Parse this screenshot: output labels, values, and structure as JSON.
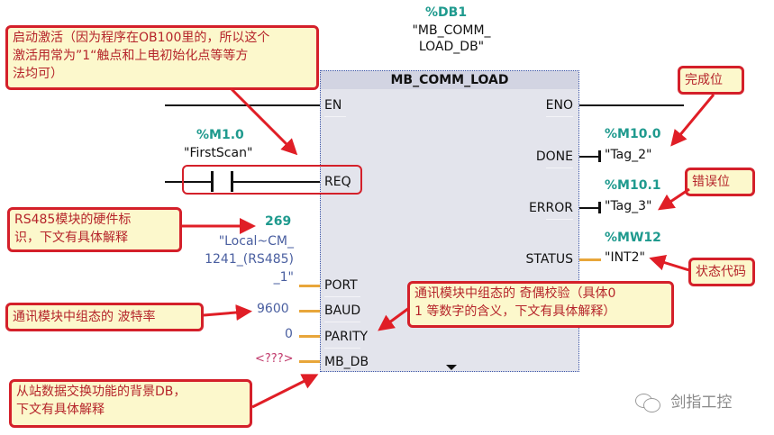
{
  "instance_db": {
    "address": "%DB1",
    "name_line1": "\"MB_COMM_",
    "name_line2": "LOAD_DB\""
  },
  "block": {
    "title": "MB_COMM_LOAD",
    "inputs": [
      {
        "pin": "EN"
      },
      {
        "pin": "REQ"
      },
      {
        "pin": "PORT"
      },
      {
        "pin": "BAUD"
      },
      {
        "pin": "PARITY"
      },
      {
        "pin": "MB_DB"
      }
    ],
    "outputs": [
      {
        "pin": "ENO"
      },
      {
        "pin": "DONE"
      },
      {
        "pin": "ERROR"
      },
      {
        "pin": "STATUS"
      }
    ],
    "expand_icon": "triangle-down-icon"
  },
  "operands": {
    "req_address": "%M1.0",
    "req_tag": "\"FirstScan\"",
    "port_value": "269",
    "port_tag_line1": "\"Local~CM_",
    "port_tag_line2": "1241_(RS485)",
    "port_tag_line3": "_1\"",
    "baud_value": "9600",
    "parity_value": "0",
    "mb_db_value": "<???>",
    "done_address": "%M10.0",
    "done_tag": "\"Tag_2\"",
    "error_address": "%M10.1",
    "error_tag": "\"Tag_3\"",
    "status_address": "%MW12",
    "status_tag": "\"INT2\""
  },
  "callouts": {
    "req_note_line1": "启动激活（因为程序在OB100里的，所以这个",
    "req_note_line2": "激活用常为”1“触点和上电初始化点等等方",
    "req_note_line3": "法均可）",
    "done_note": "完成位",
    "error_note": "错误位",
    "status_note": "状态代码",
    "port_note_line1": "RS485模块的硬件标",
    "port_note_line2": "识，下文有具体解释",
    "baud_note": "通讯模块中组态的 波特率",
    "parity_note_line1": "通讯模块中组态的 奇偶校验（具体0",
    "parity_note_line2": "1 等数字的含义，下文有具体解释）",
    "mbdb_note_line1": "从站数据交换功能的背景DB，",
    "mbdb_note_line2": "下文有具体解释"
  },
  "watermark": {
    "icon": "wechat-icon",
    "text": "剑指工控"
  },
  "colors": {
    "address_teal": "#1f9a8e",
    "callout_border": "#d4202a",
    "callout_fill": "#fcf8cc",
    "wire_orange": "#e8a63a",
    "block_fill": "#e3e4ec"
  }
}
